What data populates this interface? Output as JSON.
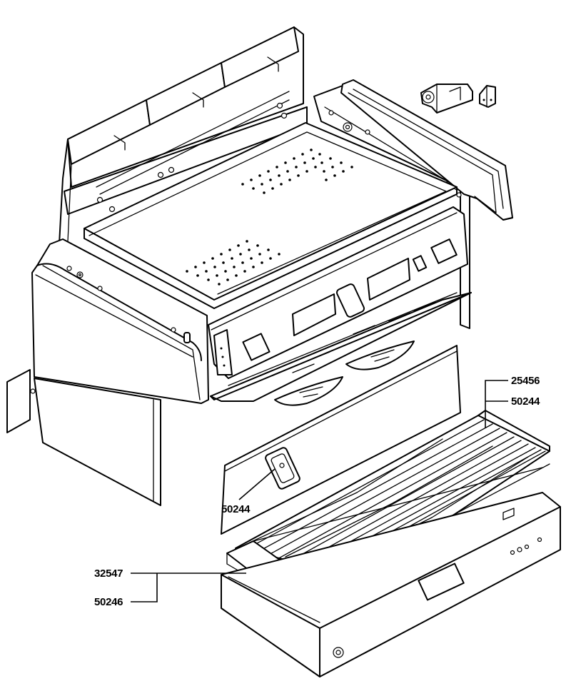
{
  "callouts": {
    "top_right_1": "25456",
    "top_right_2": "50244",
    "front_switch": "50244",
    "bottom_left_1": "32547",
    "bottom_left_2": "50246"
  }
}
